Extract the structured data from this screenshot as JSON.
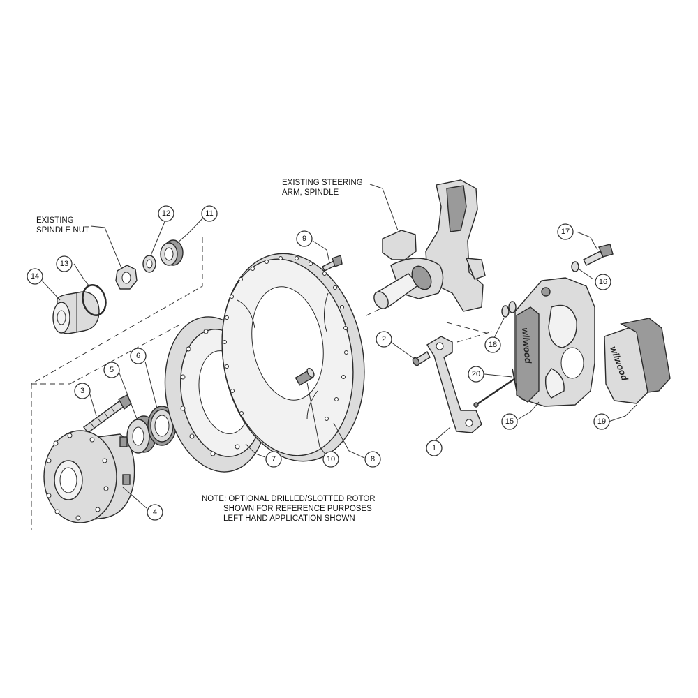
{
  "labels": {
    "existing_spindle_nut": [
      "EXISTING",
      "SPINDLE NUT"
    ],
    "existing_steering_arm": [
      "EXISTING STEERING",
      "ARM, SPINDLE"
    ]
  },
  "note": [
    "NOTE: OPTIONAL DRILLED/SLOTTED ROTOR",
    "SHOWN FOR REFERENCE PURPOSES",
    "LEFT HAND APPLICATION SHOWN"
  ],
  "brand_text": "wilwood",
  "callouts": [
    "1",
    "2",
    "3",
    "4",
    "5",
    "6",
    "7",
    "8",
    "9",
    "10",
    "11",
    "12",
    "13",
    "14",
    "15",
    "16",
    "17",
    "18",
    "19",
    "20"
  ],
  "colors": {
    "line": "#2b2b2b",
    "fill": "#dcdcdc",
    "dark": "#9a9a9a",
    "background": "#ffffff"
  }
}
